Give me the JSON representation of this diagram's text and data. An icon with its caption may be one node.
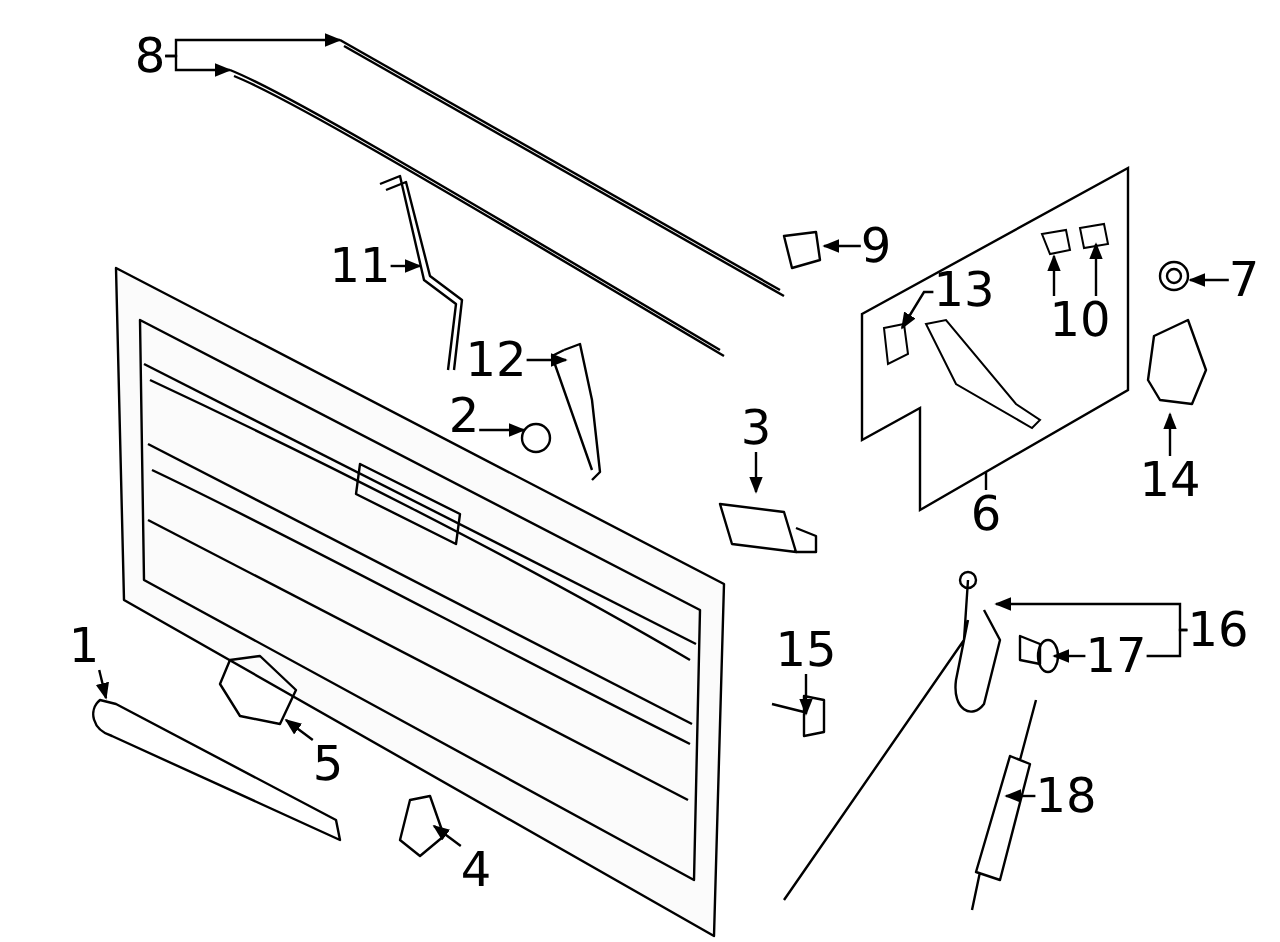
{
  "diagram": {
    "nodes": [
      {
        "text": [],
        "shape": "box"
      },
      {
        "text": [
          "1"
        ]
      },
      {
        "text": [
          "2"
        ]
      },
      {
        "text": [
          "3"
        ]
      },
      {
        "text": [
          "4"
        ]
      },
      {
        "text": [
          "5"
        ]
      },
      {
        "text": [
          "6"
        ]
      },
      {
        "text": [
          "7"
        ]
      },
      {
        "text": [
          "8"
        ]
      },
      {
        "text": [
          "9"
        ]
      },
      {
        "text": [
          "10"
        ],
        "in": 0
      },
      {
        "text": [
          "11"
        ]
      },
      {
        "text": [
          "12"
        ]
      },
      {
        "text": [
          "13"
        ],
        "in": 0
      },
      {
        "text": [
          "14"
        ]
      },
      {
        "text": [
          "15"
        ]
      },
      {
        "text": [
          "16"
        ]
      },
      {
        "text": [
          "17"
        ]
      },
      {
        "text": [
          "18"
        ]
      }
    ],
    "edges": [
      {
        "from": 1,
        "to": null,
        "arrow": "to"
      },
      {
        "from": 2,
        "to": null,
        "arrow": "to"
      },
      {
        "from": 3,
        "to": null,
        "arrow": "to"
      },
      {
        "from": 4,
        "to": null,
        "arrow": "to"
      },
      {
        "from": 5,
        "to": null,
        "arrow": "to"
      },
      {
        "from": 6,
        "to": 0,
        "arrow": "none"
      },
      {
        "from": 7,
        "to": null,
        "arrow": "to"
      },
      {
        "from": 8,
        "to": null,
        "arrow": "to"
      },
      {
        "from": 8,
        "to": null,
        "arrow": "to"
      },
      {
        "from": 9,
        "to": null,
        "arrow": "to"
      },
      {
        "from": 10,
        "to": null,
        "arrow": "to"
      },
      {
        "from": 10,
        "to": null,
        "arrow": "to"
      },
      {
        "from": 11,
        "to": null,
        "arrow": "to"
      },
      {
        "from": 12,
        "to": null,
        "arrow": "to"
      },
      {
        "from": 13,
        "to": null,
        "arrow": "to"
      },
      {
        "from": 14,
        "to": null,
        "arrow": "to"
      },
      {
        "from": 15,
        "to": null,
        "arrow": "to"
      },
      {
        "from": 16,
        "to": null,
        "arrow": "to"
      },
      {
        "from": 16,
        "to": 17,
        "arrow": "none"
      },
      {
        "from": 17,
        "to": null,
        "arrow": "to"
      },
      {
        "from": 18,
        "to": null,
        "arrow": "to"
      }
    ]
  }
}
